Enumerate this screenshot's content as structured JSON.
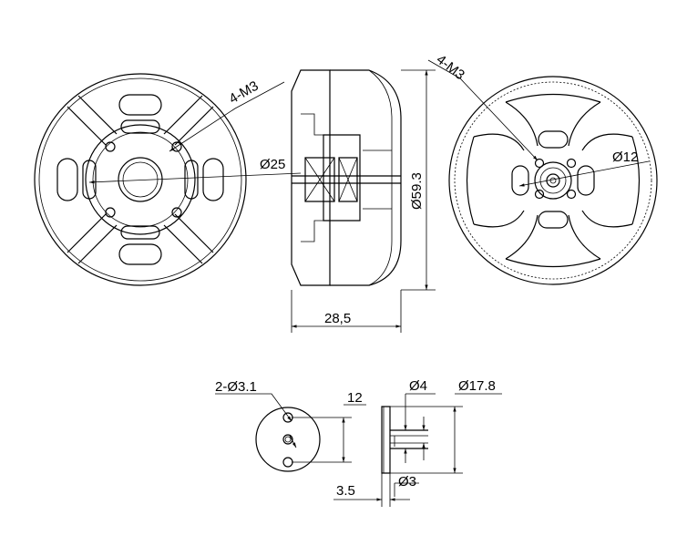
{
  "labels": {
    "front_holes": "4-M3",
    "front_dia": "Ø25",
    "side_dia": "Ø59.3",
    "side_width": "28,5",
    "rear_holes": "4-M3",
    "rear_dia": "Ø12",
    "adapter_holes": "2-Ø3.1",
    "adapter_spacing": "12",
    "shaft_dia": "Ø4",
    "adapter_outer_dia": "Ø17.8",
    "adapter_thickness": "3.5",
    "shaft_bore": "Ø3"
  },
  "colors": {
    "line": "#000000",
    "background": "#ffffff"
  }
}
